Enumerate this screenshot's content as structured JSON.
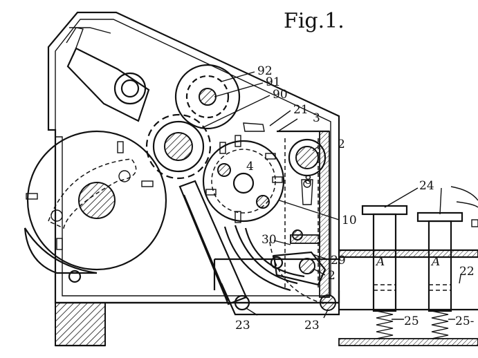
{
  "figure": {
    "title": "Fig.1.",
    "labels": [
      {
        "key": "l92",
        "text": "92"
      },
      {
        "key": "l91",
        "text": "91"
      },
      {
        "key": "l90",
        "text": "90"
      },
      {
        "key": "l21",
        "text": "21"
      },
      {
        "key": "l3",
        "text": "3"
      },
      {
        "key": "l2a",
        "text": "2"
      },
      {
        "key": "l4",
        "text": "4"
      },
      {
        "key": "l8",
        "text": "8"
      },
      {
        "key": "l10",
        "text": "10"
      },
      {
        "key": "l30",
        "text": "30"
      },
      {
        "key": "l29",
        "text": "29"
      },
      {
        "key": "l2b",
        "text": "2"
      },
      {
        "key": "l24",
        "text": "24"
      },
      {
        "key": "lA1",
        "text": "A"
      },
      {
        "key": "lA2",
        "text": "A"
      },
      {
        "key": "l22",
        "text": "22"
      },
      {
        "key": "l23a",
        "text": "23"
      },
      {
        "key": "l23b",
        "text": "23"
      },
      {
        "key": "l25a",
        "text": "25"
      },
      {
        "key": "l25b",
        "text": "25-"
      }
    ]
  }
}
